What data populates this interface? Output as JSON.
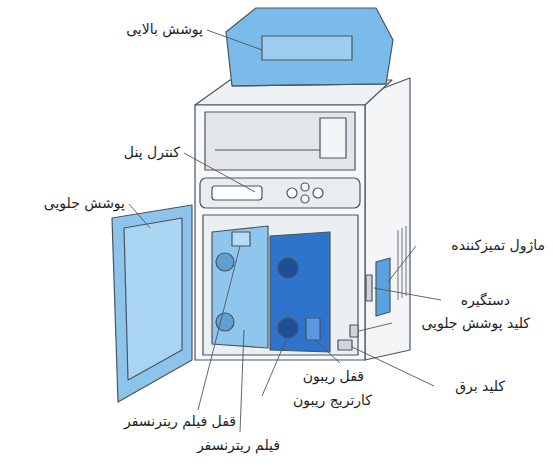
{
  "diagram": {
    "labels": [
      "پوشش بالایی",
      "کنترل پنل",
      "پوشش جلویی",
      "ماژول تمیزکننده",
      "دستگیره",
      "کلید پوشش جلویی",
      "کلید برق",
      "قفل ریبون",
      "کارتریج ریبون",
      "قفل فیلم ریترنسفر",
      "فیلم ریترنسفر"
    ]
  }
}
